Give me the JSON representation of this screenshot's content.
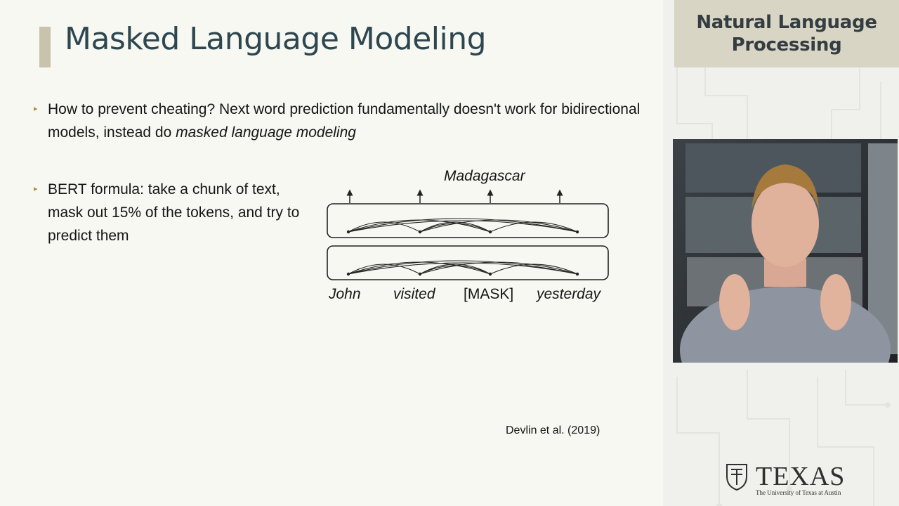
{
  "slide": {
    "title": "Masked Language Modeling",
    "bullets": [
      {
        "text_pre": "How to prevent cheating? Next word prediction fundamentally doesn't work for bidirectional models, instead do ",
        "text_em": "masked language modeling"
      },
      {
        "text": "BERT formula: take a chunk of text, mask out 15% of the tokens, and try to predict them"
      }
    ],
    "diagram": {
      "output_word": "Madagascar",
      "tokens": [
        "John",
        "visited",
        "[MASK]",
        "yesterday"
      ]
    },
    "citation": "Devlin et al. (2019)"
  },
  "sidebar": {
    "course_title_line1": "Natural Language",
    "course_title_line2": "Processing",
    "logo_text": "TEXAS",
    "logo_subtext": "The University of Texas at Austin"
  },
  "colors": {
    "title": "#2e4650",
    "accent_bar": "#c9c3ad",
    "bullet_marker": "#b08a4a",
    "course_box": "#d9d5c4"
  }
}
